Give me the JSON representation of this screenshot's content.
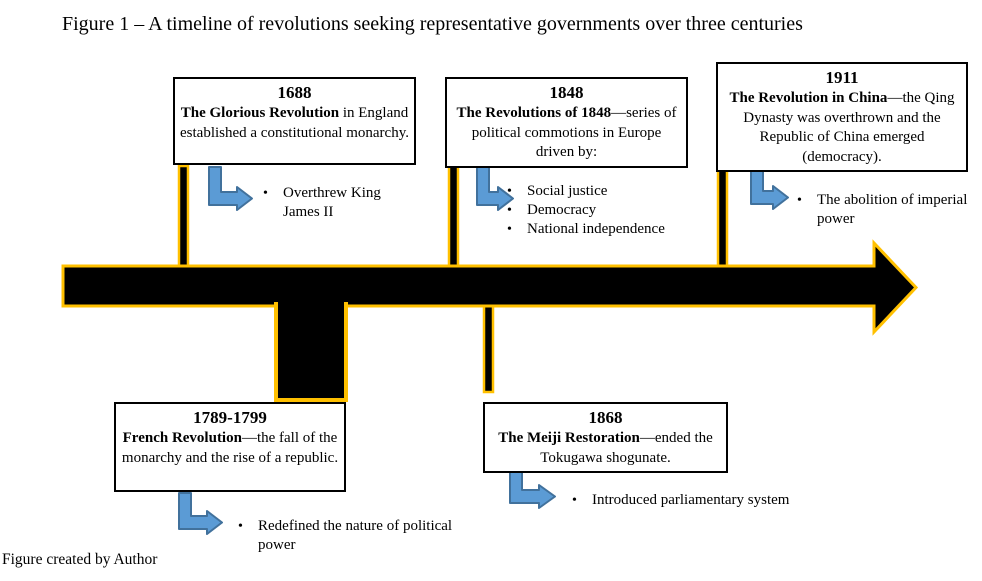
{
  "figure": {
    "title": "Figure 1 – A timeline of revolutions seeking representative governments over three centuries",
    "credit": "Figure created by Author"
  },
  "glyphs": {
    "bullet": "•"
  },
  "colors": {
    "timeline_fill": "#000000",
    "timeline_outline": "#FFC000",
    "elbow_arrow_fill": "#5B9BD5",
    "elbow_arrow_outline": "#41719C",
    "box_border": "#000000",
    "box_fill": "#FFFFFF"
  },
  "events": [
    {
      "year": "1688",
      "desc_bold": "The Glorious Revolution",
      "desc_rest": " in England established a constitutional monarchy.",
      "side": "above",
      "bullets": [
        "Overthrew King James II"
      ]
    },
    {
      "year": "1848",
      "desc_bold": "The Revolutions of 1848",
      "desc_rest": "—series of political commotions in Europe driven by:",
      "side": "above",
      "bullets": [
        "Social justice",
        "Democracy",
        "National independence"
      ]
    },
    {
      "year": "1911",
      "desc_bold": "The Revolution in China",
      "desc_rest": "—the Qing Dynasty was overthrown and the Republic of China emerged (democracy).",
      "side": "above",
      "bullets": [
        "The abolition of imperial power"
      ]
    },
    {
      "year": "1789-1799",
      "desc_bold": "French Revolution",
      "desc_rest": "—the fall of the monarchy and the rise of a republic.",
      "side": "below",
      "bullets": [
        "Redefined the nature of political power"
      ]
    },
    {
      "year": "1868",
      "desc_bold": "The Meiji Restoration",
      "desc_rest": "—ended the Tokugawa shogunate.",
      "side": "below",
      "bullets": [
        "Introduced parliamentary system"
      ]
    }
  ]
}
